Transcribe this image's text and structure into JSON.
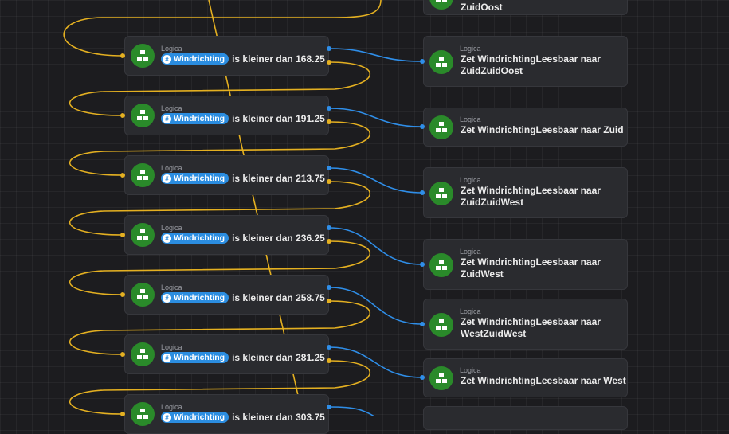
{
  "category_label": "Logica",
  "variable_label": "Windrichting",
  "comparison_text": "is kleiner dan",
  "conditions": [
    {
      "value": "168.25"
    },
    {
      "value": "191.25"
    },
    {
      "value": "213.75"
    },
    {
      "value": "236.25"
    },
    {
      "value": "258.75"
    },
    {
      "value": "281.25"
    },
    {
      "value": "303.75"
    }
  ],
  "actions": [
    {
      "line1": "ZuidOost",
      "line2": ""
    },
    {
      "line1": "Zet WindrichtingLeesbaar naar",
      "line2": "ZuidZuidOost"
    },
    {
      "line1": "Zet WindrichtingLeesbaar naar Zuid",
      "line2": ""
    },
    {
      "line1": "Zet WindrichtingLeesbaar naar",
      "line2": "ZuidZuidWest"
    },
    {
      "line1": "Zet WindrichtingLeesbaar naar",
      "line2": "ZuidWest"
    },
    {
      "line1": "Zet WindrichtingLeesbaar naar",
      "line2": "WestZuidWest"
    },
    {
      "line1": "Zet WindrichtingLeesbaar naar West",
      "line2": ""
    }
  ],
  "colors": {
    "true_wire": "#2f8ee8",
    "false_wire": "#e4b021",
    "node_icon": "#2a8a2a",
    "pill": "#2b8de0"
  },
  "icons": {
    "node": "logic-blocks-icon",
    "variable": "hash-icon"
  }
}
